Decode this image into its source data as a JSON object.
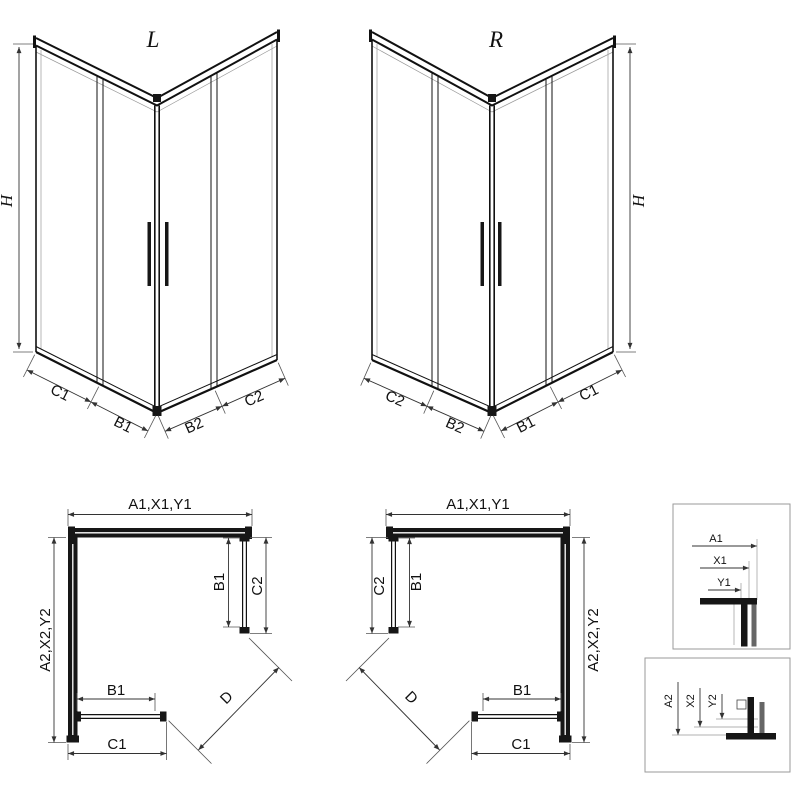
{
  "iso_left": {
    "variant": "L",
    "height": "H",
    "c1": "C1",
    "b1": "B1",
    "b2": "B2",
    "c2": "C2"
  },
  "iso_right": {
    "variant": "R",
    "height": "H",
    "c1": "C1",
    "b1": "B1",
    "b2": "B2",
    "c2": "C2"
  },
  "plan_left": {
    "width": "A1,X1,Y1",
    "depth": "A2,X2,Y2",
    "door_side": "B1",
    "panel_side": "C2",
    "door_front": "B1",
    "panel_front": "C1",
    "entry": "D"
  },
  "plan_right": {
    "width": "A1,X1,Y1",
    "depth": "A2,X2,Y2",
    "door_side": "B1",
    "panel_side": "C2",
    "door_front": "B1",
    "panel_front": "C1",
    "entry": "D"
  },
  "detail_top": {
    "a1": "A1",
    "x1": "X1",
    "y1": "Y1"
  },
  "detail_bottom": {
    "a2": "A2",
    "x2": "X2",
    "y2": "Y2"
  },
  "colors": {
    "line": "#111111",
    "dim": "#333333",
    "background": "#ffffff"
  }
}
